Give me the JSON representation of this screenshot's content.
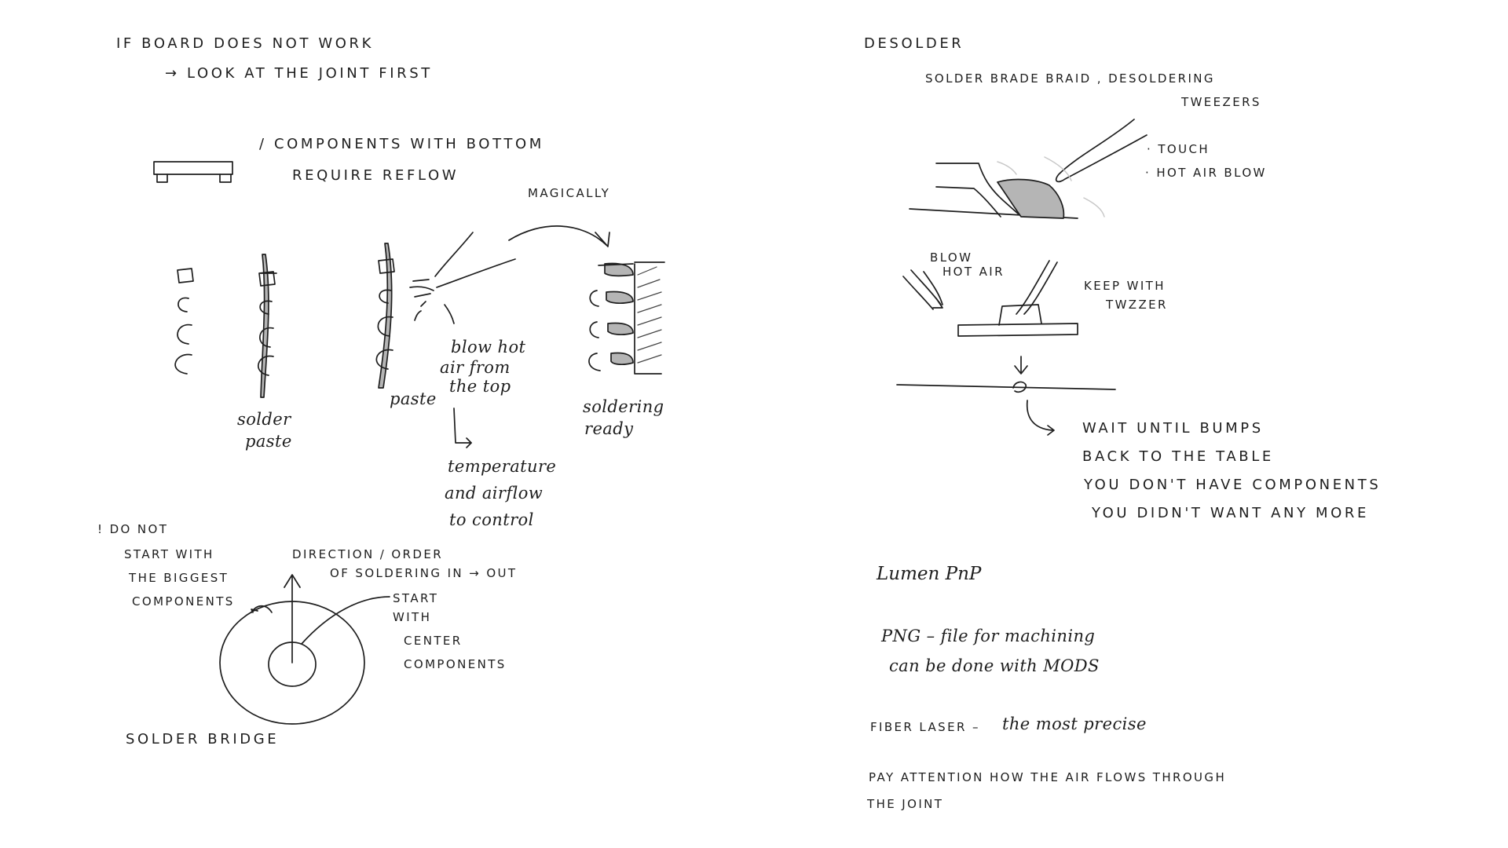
{
  "left_page": {
    "heading_line1": "IF BOARD DOES NOT WORK",
    "heading_line2": "→ LOOK AT THE JOINT FIRST",
    "components_line1": "/ COMPONENTS WITH BOTTOM",
    "components_line2": "REQUIRE REFLOW",
    "magically": "MAGICALLY",
    "solder_paste_line1": "solder",
    "solder_paste_line2": "paste",
    "paste": "paste",
    "blow_line1": "blow hot",
    "blow_line2": "air from",
    "blow_line3": "the top",
    "soldering_ready_line1": "soldering",
    "soldering_ready_line2": "ready",
    "temp_line1": "temperature",
    "temp_line2": "and airflow",
    "temp_line3": "to control",
    "warning_line1": "! DO NOT",
    "warning_line2": "START WITH",
    "warning_line3": "THE BIGGEST",
    "warning_line4": "COMPONENTS",
    "direction_line1": "DIRECTION / ORDER",
    "direction_line2": "OF SOLDERING   IN → OUT",
    "start_line1": "START",
    "start_line2": "WITH",
    "start_line3": "CENTER",
    "start_line4": "COMPONENTS",
    "solder_bridge": "SOLDER BRIDGE"
  },
  "right_page": {
    "desolder": "DESOLDER",
    "braid_line1": "SOLDER BRADE   BRAID   , DESOLDERING",
    "braid_line2": "TWEEZERS",
    "touch": "· TOUCH",
    "hot_air_blow": "· HOT AIR BLOW",
    "blow_hot_air_line1": "BLOW",
    "blow_hot_air_line2": "HOT AIR",
    "keep_line1": "KEEP WITH",
    "keep_line2": "TWZZER",
    "wait_line1": "WAIT UNTIL BUMPS",
    "wait_line2": "BACK TO THE TABLE",
    "wait_line3": "YOU DON'T HAVE COMPONENTS",
    "wait_line4": "YOU DIDN'T WANT ANY MORE",
    "lumen": "Lumen PnP",
    "png_line1": "PNG – file for machining",
    "png_line2": "can be done with MODS",
    "fiber_label": "FIBER LASER –",
    "fiber_text": "the most precise",
    "pay_line1": "PAY ATTENTION HOW THE AIR FLOWS THROUGH",
    "pay_line2": "THE JOINT"
  }
}
